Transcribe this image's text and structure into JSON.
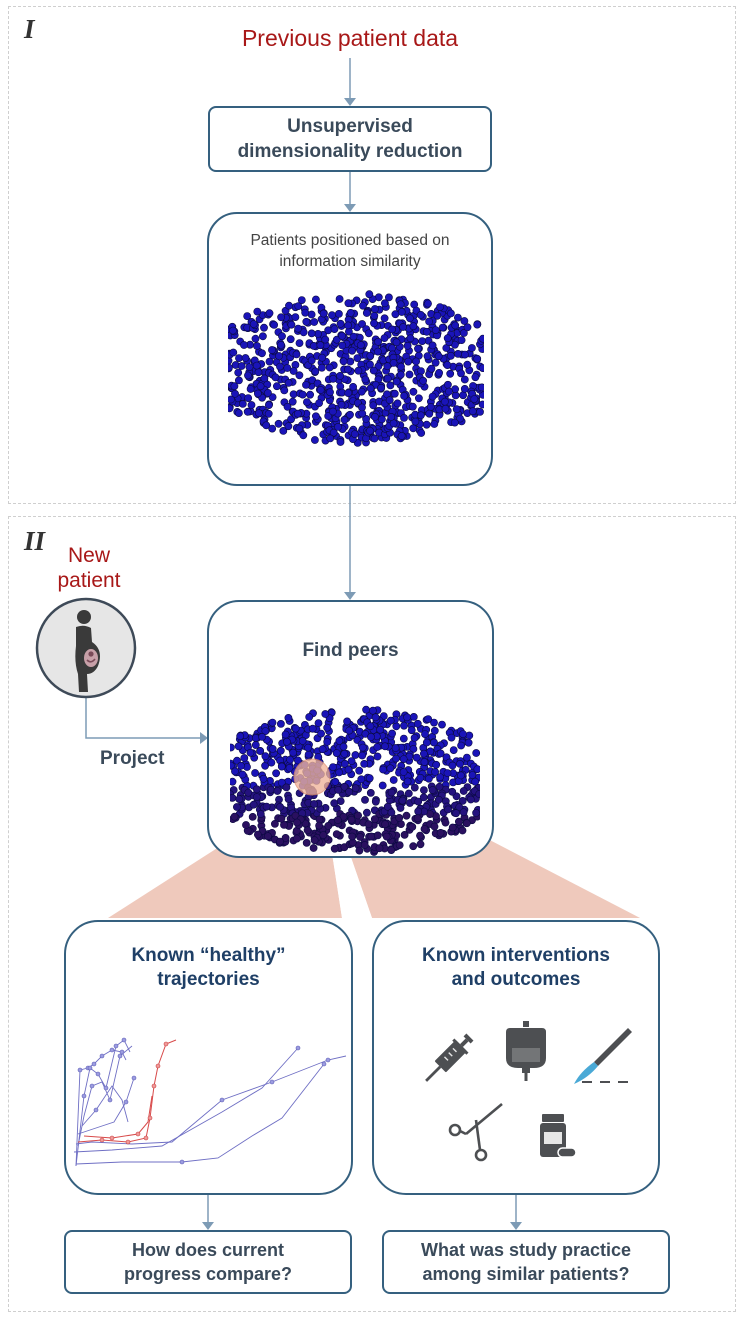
{
  "section_labels": {
    "one": "I",
    "two": "II"
  },
  "top": {
    "source_label": "Previous patient data",
    "reduction_box": {
      "line1": "Unsupervised",
      "line2": "dimensionality reduction"
    },
    "embedding_box": {
      "line1": "Patients positioned based on",
      "line2": "information similarity"
    }
  },
  "bottom": {
    "new_patient": {
      "line1": "New",
      "line2": "patient"
    },
    "project_label": "Project",
    "find_peers": "Find peers",
    "trajectories_box": {
      "line1": "Known “healthy”",
      "line2": "trajectories"
    },
    "interventions_box": {
      "line1": "Known interventions",
      "line2": "and outcomes"
    },
    "compare_box": {
      "line1": "How does current",
      "line2": "progress compare?"
    },
    "practice_box": {
      "line1": "What was study practice",
      "line2": "among similar patients?"
    },
    "intervention_icons": [
      "syringe-icon",
      "iv-bag-icon",
      "scalpel-icon",
      "scissors-icon",
      "pill-bottle-icon"
    ]
  },
  "colors": {
    "box_border": "#35607f",
    "accent_red": "#a81818",
    "dot_blue": "#1a14b8",
    "dot_dark": "#2a1060",
    "highlight": "#e8a48c",
    "wedge": "#e9b7a6",
    "icon_gray": "#4d4f52",
    "scalpel_blue": "#4aa9d6"
  }
}
